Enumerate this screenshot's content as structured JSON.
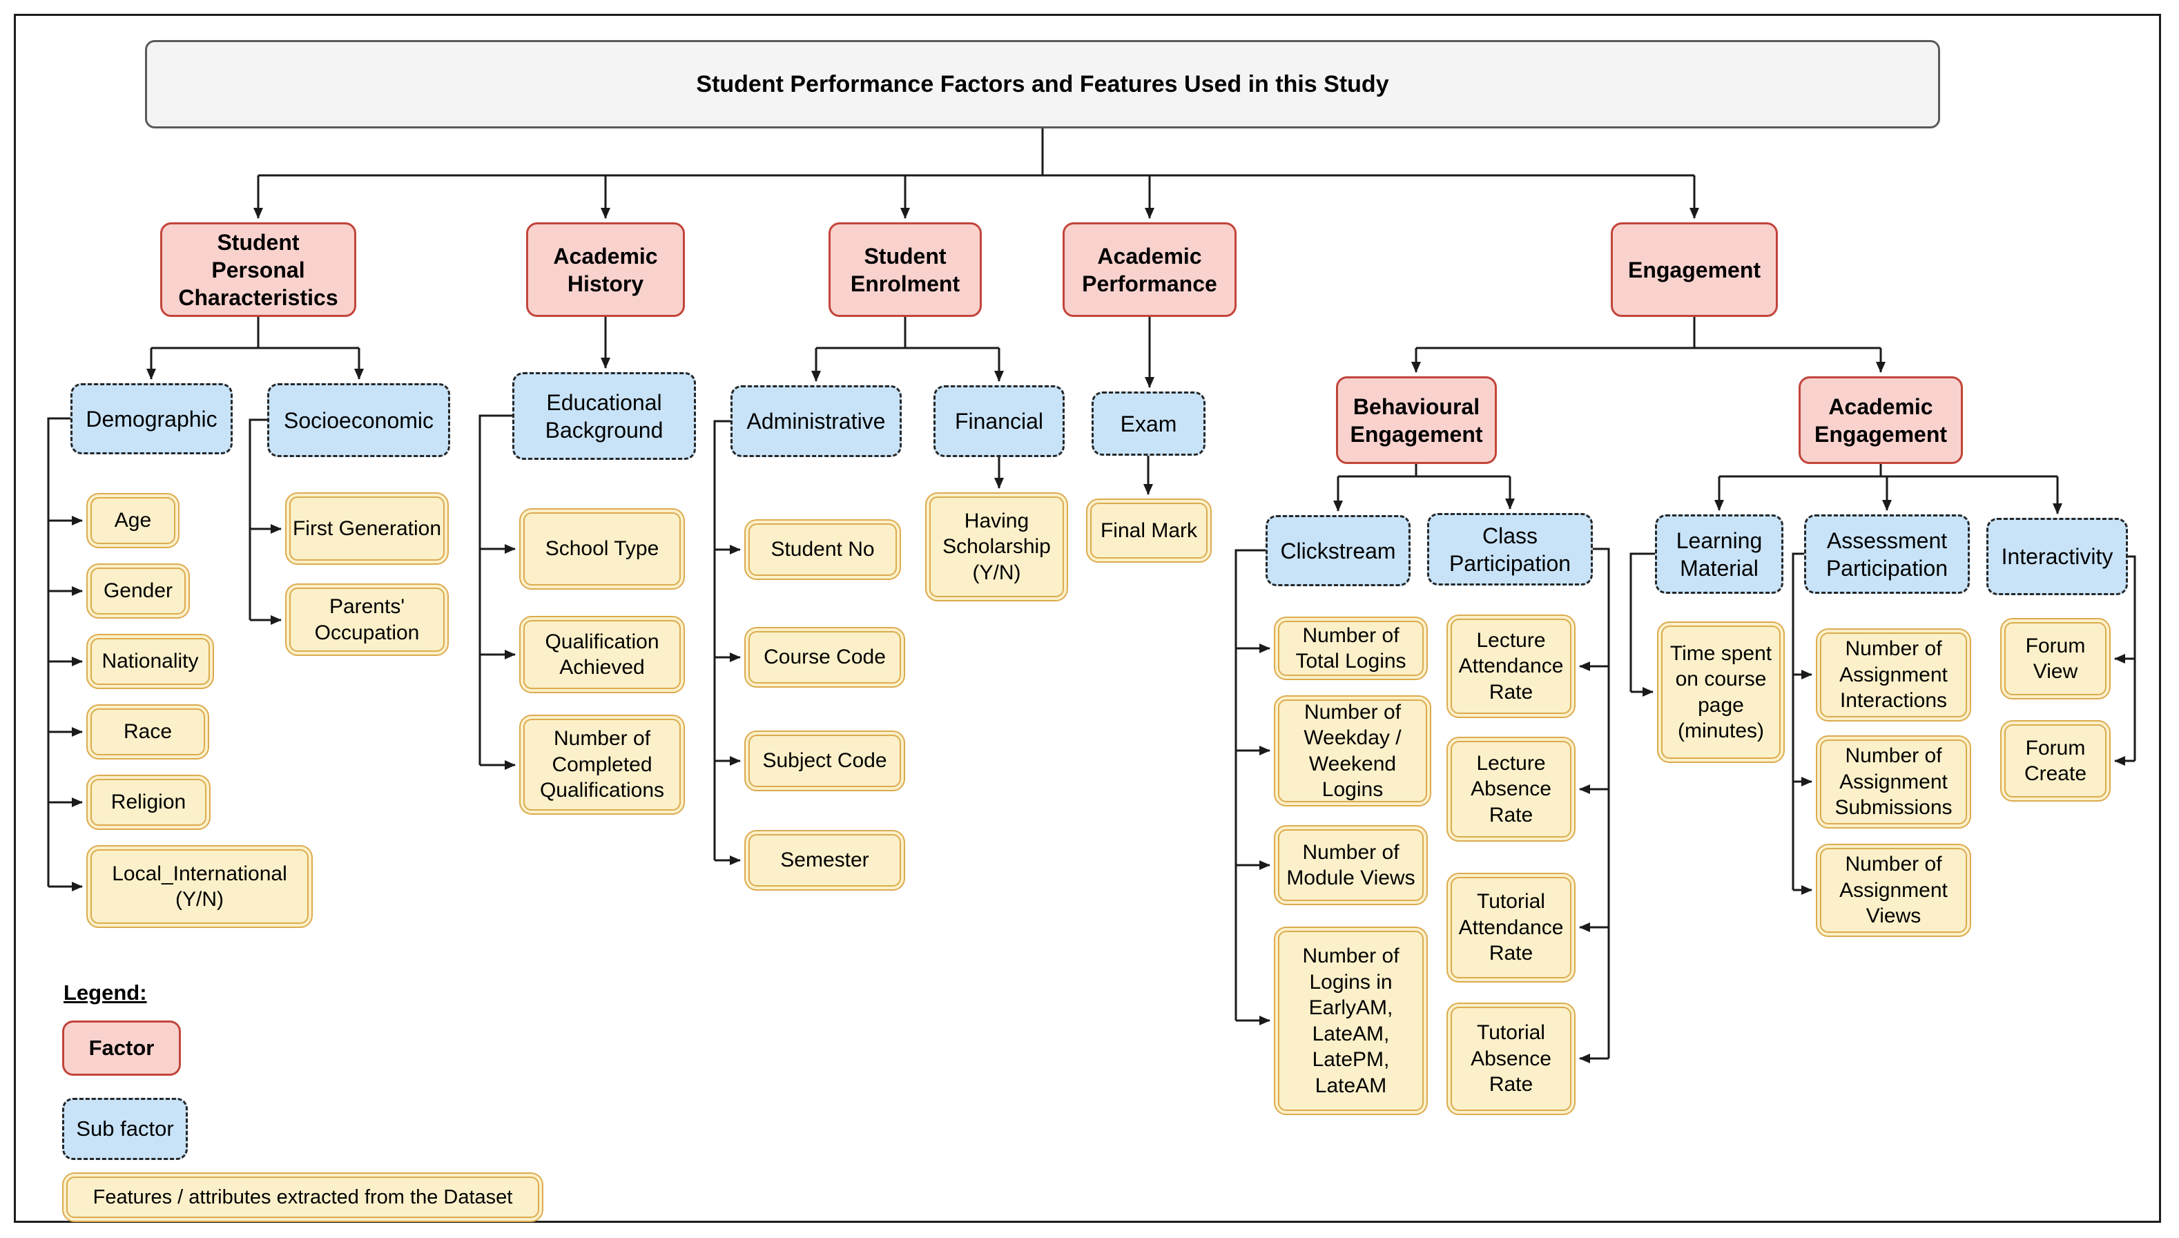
{
  "title": "Student Performance Factors and Features Used in this Study",
  "colors": {
    "title_fill": "#F4F4F4",
    "title_border": "#5A5A5A",
    "factor_fill": "#F9D2CE",
    "factor_border": "#C2443A",
    "subfactor_fill": "#C8E3F8",
    "subfactor_border": "#262626",
    "feature_fill": "#FBF0C9",
    "feature_border": "#DCAB4F",
    "edge": "#1A1A1A"
  },
  "factors": [
    {
      "label": "Student Personal Characteristics",
      "subfactors": [
        {
          "label": "Demographic",
          "features": [
            "Age",
            "Gender",
            "Nationality",
            "Race",
            "Religion",
            "Local_International (Y/N)"
          ]
        },
        {
          "label": "Socioeconomic",
          "features": [
            "First Generation",
            "Parents' Occupation"
          ]
        }
      ]
    },
    {
      "label": "Academic History",
      "subfactors": [
        {
          "label": "Educational Background",
          "features": [
            "School Type",
            "Qualification Achieved",
            "Number of Completed Qualifications"
          ]
        }
      ]
    },
    {
      "label": "Student Enrolment",
      "subfactors": [
        {
          "label": "Administrative",
          "features": [
            "Student No",
            "Course Code",
            "Subject Code",
            "Semester"
          ]
        },
        {
          "label": "Financial",
          "features": [
            "Having Scholarship (Y/N)"
          ]
        }
      ]
    },
    {
      "label": "Academic Performance",
      "subfactors": [
        {
          "label": "Exam",
          "features": [
            "Final Mark"
          ]
        }
      ]
    },
    {
      "label": "Engagement",
      "subfactors": [
        {
          "label": "Behavioural Engagement",
          "subfactors": [
            {
              "label": "Clickstream",
              "features": [
                "Number of Total Logins",
                "Number of Weekday / Weekend Logins",
                "Number of Module Views",
                "Number of Logins in EarlyAM, LateAM, LatePM, LateAM"
              ]
            },
            {
              "label": "Class Participation",
              "features": [
                "Lecture Attendance Rate",
                "Lecture Absence Rate",
                "Tutorial Attendance Rate",
                "Tutorial Absence Rate"
              ]
            }
          ]
        },
        {
          "label": "Academic Engagement",
          "subfactors": [
            {
              "label": "Learning Material",
              "features": [
                "Time spent on course page (minutes)"
              ]
            },
            {
              "label": "Assessment Participation",
              "features": [
                "Number of Assignment Interactions",
                "Number of Assignment Submissions",
                "Number of Assignment Views"
              ]
            },
            {
              "label": "Interactivity",
              "features": [
                "Forum View",
                "Forum Create"
              ]
            }
          ]
        }
      ]
    }
  ],
  "legend": {
    "heading": "Legend:",
    "factor_label": "Factor",
    "sub_factor_label": "Sub factor",
    "feature_label": "Features / attributes extracted from the Dataset"
  }
}
